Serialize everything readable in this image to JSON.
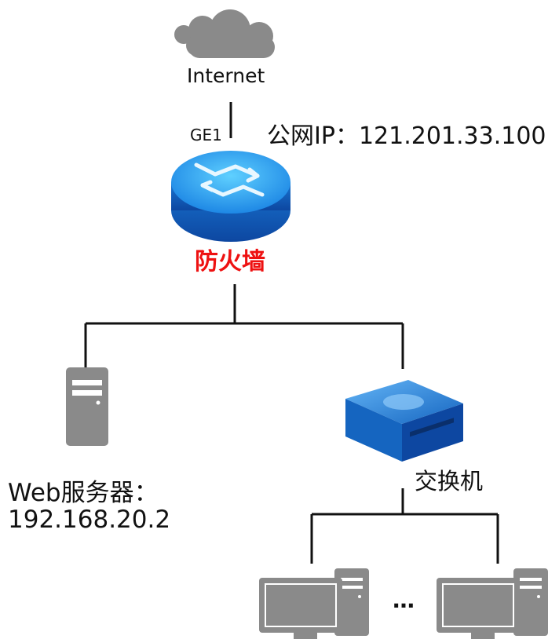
{
  "internet": {
    "label": "Internet"
  },
  "firewall": {
    "port_label": "GE1",
    "public_ip": "公网IP：121.201.33.100",
    "label": "防火墙"
  },
  "server": {
    "label": "Web服务器：",
    "ip": "192.168.20.2"
  },
  "switch": {
    "label": "交换机"
  },
  "clients": {
    "ellipsis": "…"
  },
  "colors": {
    "firewall_label": "#ee1111",
    "device_blue": "#1e88e5",
    "cloud_gray": "#8a8a8a",
    "server_gray": "#8a8a8a",
    "line": "#111111"
  },
  "icons": [
    "cloud-icon",
    "firewall-icon",
    "server-icon",
    "switch-icon",
    "computer-icon"
  ]
}
